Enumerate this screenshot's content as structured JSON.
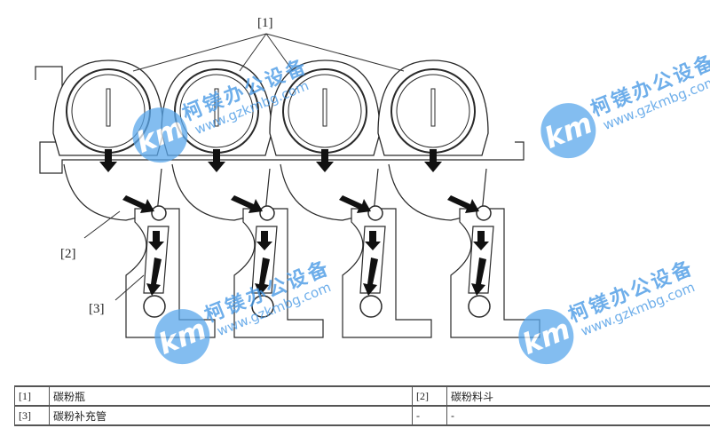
{
  "callouts": {
    "c1": "[1]",
    "c2": "[2]",
    "c3": "[3]"
  },
  "watermark": {
    "logo": "km",
    "name": "柯镁办公设备",
    "url": "www.gzkmbg.com"
  },
  "legend_table": {
    "rows": [
      [
        {
          "num": "[1]",
          "text": "碳粉瓶"
        },
        {
          "num": "[2]",
          "text": "碳粉料斗"
        }
      ],
      [
        {
          "num": "[3]",
          "text": "碳粉补充管"
        },
        {
          "num": "-",
          "text": "-"
        }
      ]
    ]
  },
  "colors": {
    "line": "#2a2a2a",
    "watermark": "#4a9be6"
  }
}
